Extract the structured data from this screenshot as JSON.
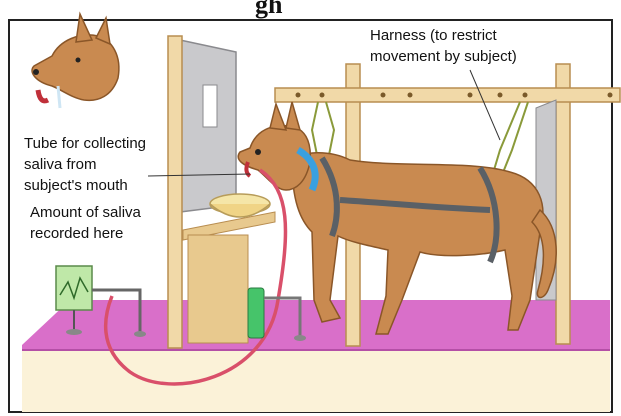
{
  "title_fragment": "gh",
  "labels": {
    "harness": [
      "Harness (to restrict",
      "movement by subject)"
    ],
    "tube": [
      "Tube for collecting",
      "saliva from",
      "subject's mouth"
    ],
    "amount": [
      "Amount of saliva",
      "recorded here"
    ]
  }
}
